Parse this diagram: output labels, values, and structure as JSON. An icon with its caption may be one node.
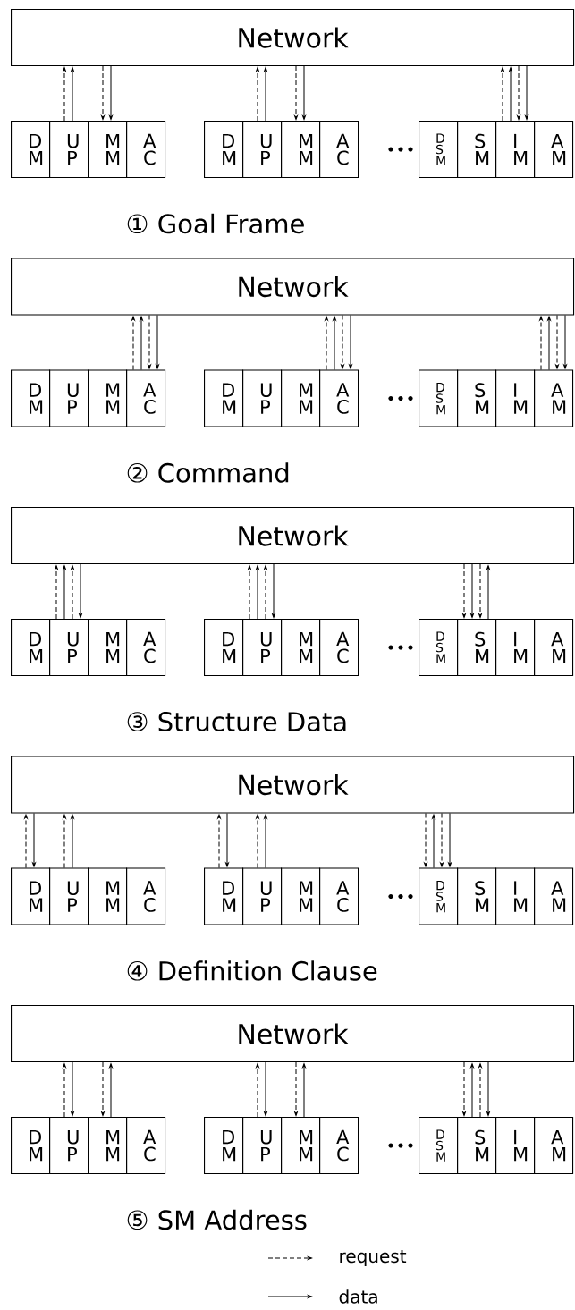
{
  "diagram": {
    "nodes": [
      {
        "text": [
          "Network"
        ]
      },
      {
        "text": [
          "D M"
        ]
      },
      {
        "text": [
          "U P"
        ]
      },
      {
        "text": [
          "M M"
        ]
      },
      {
        "text": [
          "A C"
        ]
      },
      {
        "text": [
          "D M"
        ]
      },
      {
        "text": [
          "U P"
        ]
      },
      {
        "text": [
          "M M"
        ]
      },
      {
        "text": [
          "A C"
        ]
      },
      {
        "text": [
          "D S M"
        ]
      },
      {
        "text": [
          "S M"
        ]
      },
      {
        "text": [
          "I M"
        ]
      },
      {
        "text": [
          "A M"
        ]
      },
      {
        "text": [
          "Network"
        ]
      },
      {
        "text": [
          "D M"
        ]
      },
      {
        "text": [
          "U P"
        ]
      },
      {
        "text": [
          "M M"
        ]
      },
      {
        "text": [
          "A C"
        ]
      },
      {
        "text": [
          "D M"
        ]
      },
      {
        "text": [
          "U P"
        ]
      },
      {
        "text": [
          "M M"
        ]
      },
      {
        "text": [
          "A C"
        ]
      },
      {
        "text": [
          "D S M"
        ]
      },
      {
        "text": [
          "S M"
        ]
      },
      {
        "text": [
          "I M"
        ]
      },
      {
        "text": [
          "A M"
        ]
      },
      {
        "text": [
          "Network"
        ]
      },
      {
        "text": [
          "D M"
        ]
      },
      {
        "text": [
          "U P"
        ]
      },
      {
        "text": [
          "M M"
        ]
      },
      {
        "text": [
          "A C"
        ]
      },
      {
        "text": [
          "D M"
        ]
      },
      {
        "text": [
          "U P"
        ]
      },
      {
        "text": [
          "M M"
        ]
      },
      {
        "text": [
          "A C"
        ]
      },
      {
        "text": [
          "D S M"
        ]
      },
      {
        "text": [
          "S M"
        ]
      },
      {
        "text": [
          "I M"
        ]
      },
      {
        "text": [
          "A M"
        ]
      },
      {
        "text": [
          "Network"
        ]
      },
      {
        "text": [
          "D M"
        ]
      },
      {
        "text": [
          "U P"
        ]
      },
      {
        "text": [
          "M M"
        ]
      },
      {
        "text": [
          "A C"
        ]
      },
      {
        "text": [
          "D M"
        ]
      },
      {
        "text": [
          "U P"
        ]
      },
      {
        "text": [
          "M M"
        ]
      },
      {
        "text": [
          "A C"
        ]
      },
      {
        "text": [
          "D S M"
        ]
      },
      {
        "text": [
          "S M"
        ]
      },
      {
        "text": [
          "I M"
        ]
      },
      {
        "text": [
          "A M"
        ]
      },
      {
        "text": [
          "Network"
        ]
      },
      {
        "text": [
          "D M"
        ]
      },
      {
        "text": [
          "U P"
        ]
      },
      {
        "text": [
          "M M"
        ]
      },
      {
        "text": [
          "A C"
        ]
      },
      {
        "text": [
          "D M"
        ]
      },
      {
        "text": [
          "U P"
        ]
      },
      {
        "text": [
          "M M"
        ]
      },
      {
        "text": [
          "A C"
        ]
      },
      {
        "text": [
          "D S M"
        ]
      },
      {
        "text": [
          "S M"
        ]
      },
      {
        "text": [
          "I M"
        ]
      },
      {
        "text": [
          "A M"
        ]
      }
    ],
    "edges": [
      {
        "from": 2,
        "to": 0,
        "arrow": "to",
        "style": "dashed"
      },
      {
        "from": 2,
        "to": 0,
        "arrow": "to"
      },
      {
        "from": 0,
        "to": 3,
        "arrow": "to",
        "style": "dashed"
      },
      {
        "from": 0,
        "to": 3,
        "arrow": "to"
      },
      {
        "from": 6,
        "to": 0,
        "arrow": "to",
        "style": "dashed"
      },
      {
        "from": 6,
        "to": 0,
        "arrow": "to"
      },
      {
        "from": 0,
        "to": 7,
        "arrow": "to",
        "style": "dashed"
      },
      {
        "from": 0,
        "to": 7,
        "arrow": "to"
      },
      {
        "from": 11,
        "to": 0,
        "arrow": "to",
        "style": "dashed"
      },
      {
        "from": 11,
        "to": 0,
        "arrow": "to"
      },
      {
        "from": 0,
        "to": 11,
        "arrow": "to",
        "style": "dashed"
      },
      {
        "from": 0,
        "to": 11,
        "arrow": "to"
      },
      {
        "from": 17,
        "to": 13,
        "arrow": "to",
        "style": "dashed"
      },
      {
        "from": 17,
        "to": 13,
        "arrow": "to"
      },
      {
        "from": 13,
        "to": 17,
        "arrow": "to",
        "style": "dashed"
      },
      {
        "from": 13,
        "to": 17,
        "arrow": "to"
      },
      {
        "from": 21,
        "to": 13,
        "arrow": "to",
        "style": "dashed"
      },
      {
        "from": 21,
        "to": 13,
        "arrow": "to"
      },
      {
        "from": 13,
        "to": 21,
        "arrow": "to",
        "style": "dashed"
      },
      {
        "from": 13,
        "to": 21,
        "arrow": "to"
      },
      {
        "from": 25,
        "to": 13,
        "arrow": "to",
        "style": "dashed"
      },
      {
        "from": 25,
        "to": 13,
        "arrow": "to"
      },
      {
        "from": 13,
        "to": 25,
        "arrow": "to",
        "style": "dashed"
      },
      {
        "from": 13,
        "to": 25,
        "arrow": "to"
      },
      {
        "from": 28,
        "to": 26,
        "arrow": "to",
        "style": "dashed"
      },
      {
        "from": 28,
        "to": 26,
        "arrow": "to"
      },
      {
        "from": 28,
        "to": 26,
        "arrow": "to",
        "style": "dashed"
      },
      {
        "from": 26,
        "to": 28,
        "arrow": "to"
      },
      {
        "from": 32,
        "to": 26,
        "arrow": "to",
        "style": "dashed"
      },
      {
        "from": 32,
        "to": 26,
        "arrow": "to"
      },
      {
        "from": 32,
        "to": 26,
        "arrow": "to",
        "style": "dashed"
      },
      {
        "from": 26,
        "to": 32,
        "arrow": "to"
      },
      {
        "from": 26,
        "to": 36,
        "arrow": "to",
        "style": "dashed"
      },
      {
        "from": 26,
        "to": 36,
        "arrow": "to"
      },
      {
        "from": 26,
        "to": 36,
        "arrow": "to",
        "style": "dashed"
      },
      {
        "from": 36,
        "to": 26,
        "arrow": "to"
      },
      {
        "from": 40,
        "to": 39,
        "arrow": "to",
        "style": "dashed"
      },
      {
        "from": 39,
        "to": 40,
        "arrow": "to"
      },
      {
        "from": 41,
        "to": 39,
        "arrow": "to",
        "style": "dashed"
      },
      {
        "from": 41,
        "to": 39,
        "arrow": "to"
      },
      {
        "from": 44,
        "to": 39,
        "arrow": "to",
        "style": "dashed"
      },
      {
        "from": 39,
        "to": 44,
        "arrow": "to"
      },
      {
        "from": 45,
        "to": 39,
        "arrow": "to",
        "style": "dashed"
      },
      {
        "from": 45,
        "to": 39,
        "arrow": "to"
      },
      {
        "from": 39,
        "to": 48,
        "arrow": "to",
        "style": "dashed"
      },
      {
        "from": 48,
        "to": 39,
        "arrow": "to"
      },
      {
        "from": 39,
        "to": 48,
        "arrow": "to",
        "style": "dashed"
      },
      {
        "from": 39,
        "to": 48,
        "arrow": "to"
      },
      {
        "from": 54,
        "to": 52,
        "arrow": "to",
        "style": "dashed"
      },
      {
        "from": 52,
        "to": 54,
        "arrow": "to"
      },
      {
        "from": 52,
        "to": 55,
        "arrow": "to",
        "style": "dashed"
      },
      {
        "from": 55,
        "to": 52,
        "arrow": "to"
      },
      {
        "from": 58,
        "to": 52,
        "arrow": "to",
        "style": "dashed"
      },
      {
        "from": 52,
        "to": 58,
        "arrow": "to"
      },
      {
        "from": 52,
        "to": 59,
        "arrow": "to",
        "style": "dashed"
      },
      {
        "from": 59,
        "to": 52,
        "arrow": "to"
      },
      {
        "from": 52,
        "to": 62,
        "arrow": "to",
        "style": "dashed"
      },
      {
        "from": 62,
        "to": 52,
        "arrow": "to"
      },
      {
        "from": 62,
        "to": 52,
        "arrow": "to",
        "style": "dashed"
      },
      {
        "from": 52,
        "to": 62,
        "arrow": "to"
      }
    ],
    "labels": [
      "① Goal Frame",
      "② Command",
      "③ Structure Data",
      "④ Definition Clause",
      "⑤ SM Address"
    ],
    "legend": [
      {
        "text": "request"
      },
      {
        "text": "data"
      }
    ]
  }
}
